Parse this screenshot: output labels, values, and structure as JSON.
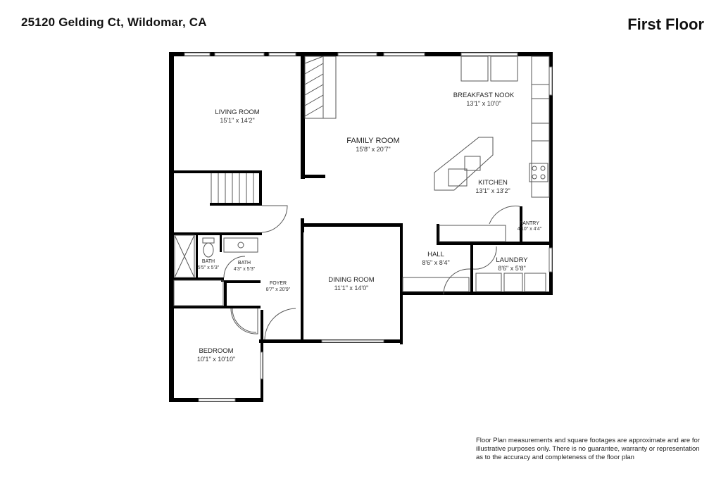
{
  "header": {
    "address": "25120 Gelding Ct, Wildomar, CA",
    "floor": "First Floor"
  },
  "rooms": {
    "living_room": {
      "name": "LIVING ROOM",
      "dims": "15'1\" x 14'2\""
    },
    "family_room": {
      "name": "FAMILY ROOM",
      "dims": "15'8\" x 20'7\""
    },
    "breakfast_nook": {
      "name": "BREAKFAST NOOK",
      "dims": "13'1\" x 10'0\""
    },
    "kitchen": {
      "name": "KITCHEN",
      "dims": "13'1\" x 13'2\""
    },
    "pantry": {
      "name": "PANTRY",
      "dims": "4'10\" x 4'4\""
    },
    "hall": {
      "name": "HALL",
      "dims": "8'6\" x 8'4\""
    },
    "laundry": {
      "name": "LAUNDRY",
      "dims": "8'6\" x 5'8\""
    },
    "dining_room": {
      "name": "DINING ROOM",
      "dims": "11'1\" x 14'0\""
    },
    "foyer": {
      "name": "FOYER",
      "dims": "8'7\" x 20'9\""
    },
    "bath1": {
      "name": "BATH",
      "dims": "5'5\" x 5'3\""
    },
    "bath2": {
      "name": "BATH",
      "dims": "4'3\" x 5'3\""
    },
    "bedroom": {
      "name": "BEDROOM",
      "dims": "10'1\" x 10'10\""
    }
  },
  "disclaimer": {
    "line1": "Floor Plan measurements and square footages are approximate and are for",
    "line2": "illustrative purposes only. There is no guarantee, warranty or representation",
    "line3": "as to the accuracy and completeness of the floor plan"
  }
}
